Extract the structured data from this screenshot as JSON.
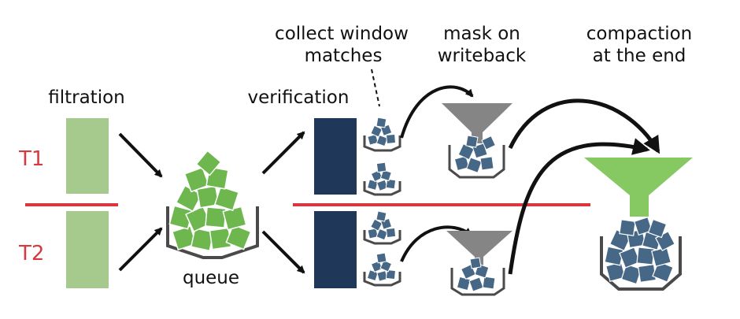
{
  "labels": {
    "filtration": "filtration",
    "queue": "queue",
    "verification": "verification",
    "collect_line1": "collect window",
    "collect_line2": "matches",
    "mask_line1": "mask on",
    "mask_line2": "writeback",
    "compaction_line1": "compaction",
    "compaction_line2": "at the end"
  },
  "threads": [
    "T1",
    "T2"
  ],
  "colors": {
    "filter_bar": "#a6c98e",
    "queue_item": "#6db74e",
    "verify_bar": "#1f3859",
    "match_item": "#466886",
    "divider": "#d9363e",
    "funnel_grey": "#858585",
    "funnel_green": "#86c963",
    "arrow": "#111111"
  },
  "icons": {
    "funnel_small": "funnel-icon",
    "funnel_big": "funnel-icon",
    "basket": "basket-icon"
  }
}
